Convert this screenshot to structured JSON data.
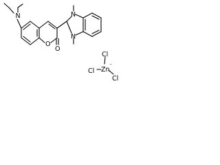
{
  "molecule": {
    "atoms": {
      "amine_n": "N",
      "ring_o": "O",
      "carbonyl_o": "O",
      "bim_n_top": "N",
      "bim_n_bottom": "N"
    },
    "counterion": {
      "metal": "Zn",
      "charge": "-",
      "chlorides": [
        "Cl",
        "Cl",
        "Cl"
      ]
    }
  }
}
